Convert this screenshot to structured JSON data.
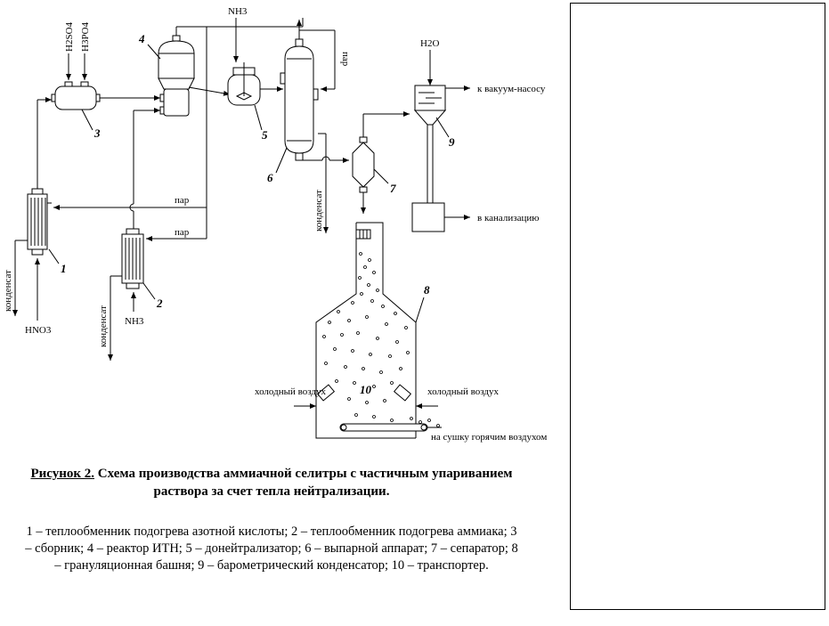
{
  "scheme": {
    "substances": {
      "h2so4": "H2SO4",
      "h3po4": "H3PO4",
      "nh3_top": "NH3",
      "h2o": "H2O",
      "hno3": "HNO3",
      "nh3_bottom": "NH3"
    },
    "flows": {
      "steam_top": "пар",
      "steam_mid1": "пар",
      "steam_mid2": "пар",
      "to_vacuum_pump": "к вакуум-насосу",
      "to_sewer": "в канализацию",
      "condensate_1": "конденсат",
      "condensate_2": "конденсат",
      "condensate_6": "конденсат",
      "cold_air_left": "холодный воздух",
      "cold_air_right": "холодный воздух",
      "to_drying": "на сушку горячим воздухом"
    },
    "numbers": [
      "1",
      "2",
      "3",
      "4",
      "5",
      "6",
      "7",
      "8",
      "9",
      "10"
    ]
  },
  "caption": {
    "figure_label": "Рисунок 2.",
    "title_rest": " Схема производства аммиачной селитры с частичным упариванием раствора за счет тепла нейтрализации.",
    "legend": "1 – теплообменник подогрева азотной кислоты; 2 – теплообменник подогрева аммиака; 3 – сборник; 4 – реактор ИТН; 5 – донейтрализатор; 6 – выпарной аппарат; 7 – сепаратор; 8 – грануляционная башня; 9 – барометрический конденсатор; 10 – транспортер."
  }
}
